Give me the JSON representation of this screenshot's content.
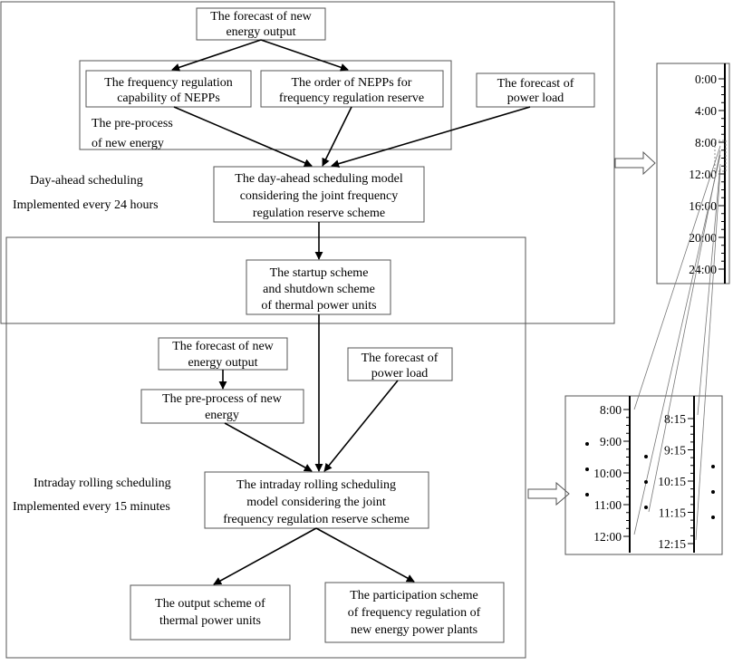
{
  "day_ahead": {
    "forecast_new_energy": [
      "The forecast of new",
      "energy output"
    ],
    "freq_capability": [
      "The frequency regulation",
      "capability of NEPPs"
    ],
    "order_neps": [
      "The order of NEPPs for",
      "frequency regulation reserve"
    ],
    "forecast_load": [
      "The forecast of",
      "power load"
    ],
    "preprocess": [
      "The pre-process",
      "of new energy"
    ],
    "label": "Day-ahead scheduling",
    "period": "Implemented every 24 hours",
    "model": [
      "The day-ahead scheduling model",
      "considering the joint frequency",
      "regulation reserve scheme"
    ]
  },
  "shared": {
    "startup": [
      "The startup scheme",
      "and shutdown scheme",
      "of thermal power units"
    ]
  },
  "intraday": {
    "forecast_new_energy": [
      "The forecast of new",
      "energy output"
    ],
    "preprocess": [
      "The pre-process of new",
      "energy"
    ],
    "forecast_load": [
      "The forecast of",
      "power load"
    ],
    "label": "Intraday rolling scheduling",
    "period": "Implemented every 15 minutes",
    "model": [
      "The intraday rolling scheduling",
      "model considering the joint",
      "frequency regulation reserve scheme"
    ],
    "output": [
      "The output scheme of",
      "thermal power units"
    ],
    "participation": [
      "The participation scheme",
      "of frequency regulation of",
      "new energy power plants"
    ]
  },
  "timeline_day": {
    "ticks": [
      "0:00",
      "4:00",
      "8:00",
      "12:00",
      "16:00",
      "20:00",
      "24:00"
    ]
  },
  "timeline_intraday": {
    "left_ticks": [
      "8:00",
      "9:00",
      "10:00",
      "11:00",
      "12:00"
    ],
    "right_ticks": [
      "8:15",
      "9:15",
      "10:15",
      "11:15",
      "12:15"
    ]
  }
}
